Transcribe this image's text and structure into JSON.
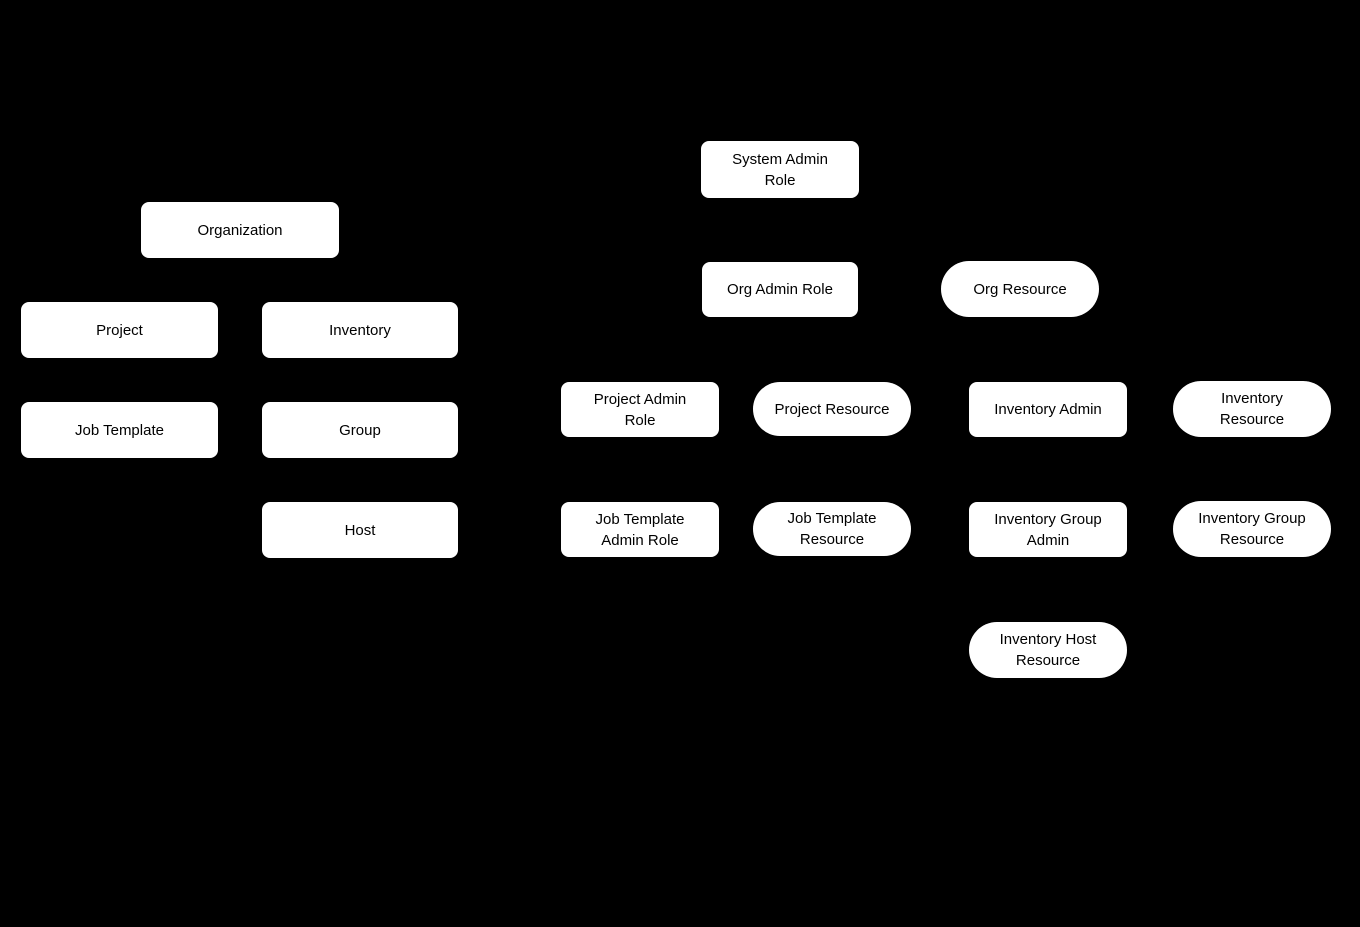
{
  "diagram": {
    "background_color": "#000000",
    "node_fill_color": "#ffffff",
    "node_text_color": "#000000",
    "nodes": [
      {
        "id": "organization",
        "shape": "rect",
        "label": "Organization"
      },
      {
        "id": "project",
        "shape": "rect",
        "label": "Project"
      },
      {
        "id": "inventory",
        "shape": "rect",
        "label": "Inventory"
      },
      {
        "id": "job-template",
        "shape": "rect",
        "label": "Job Template"
      },
      {
        "id": "group",
        "shape": "rect",
        "label": "Group"
      },
      {
        "id": "host",
        "shape": "rect",
        "label": "Host"
      },
      {
        "id": "system-admin-role",
        "shape": "rect",
        "label": "System Admin\nRole"
      },
      {
        "id": "org-admin-role",
        "shape": "rect",
        "label": "Org Admin Role"
      },
      {
        "id": "org-resource",
        "shape": "pill",
        "label": "Org Resource"
      },
      {
        "id": "project-admin-role",
        "shape": "rect",
        "label": "Project Admin\nRole"
      },
      {
        "id": "project-resource",
        "shape": "pill",
        "label": "Project Resource"
      },
      {
        "id": "inventory-admin",
        "shape": "rect",
        "label": "Inventory Admin"
      },
      {
        "id": "inventory-resource",
        "shape": "pill",
        "label": "Inventory\nResource"
      },
      {
        "id": "job-template-admin-role",
        "shape": "rect",
        "label": "Job Template\nAdmin Role"
      },
      {
        "id": "job-template-resource",
        "shape": "pill",
        "label": "Job Template\nResource"
      },
      {
        "id": "inventory-group-admin",
        "shape": "rect",
        "label": "Inventory Group\nAdmin"
      },
      {
        "id": "inventory-group-resource",
        "shape": "pill",
        "label": "Inventory Group\nResource"
      },
      {
        "id": "inventory-host-resource",
        "shape": "pill",
        "label": "Inventory Host\nResource"
      }
    ]
  }
}
